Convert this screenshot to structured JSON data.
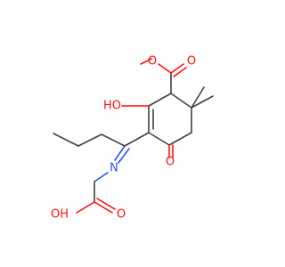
{
  "molecule": {
    "colors": {
      "carbon_bond": "#404040",
      "oxygen": "#ff0d0d",
      "nitrogen": "#3050f8",
      "background": "#ffffff"
    },
    "atom_labels": {
      "ester_carbonyl_o": "O",
      "ester_ether_o": "O",
      "enol_oh": "HO",
      "ring_ketone_o": "O",
      "imine_n": "N",
      "acid_carbonyl_o": "O",
      "acid_oh": "OH"
    }
  }
}
